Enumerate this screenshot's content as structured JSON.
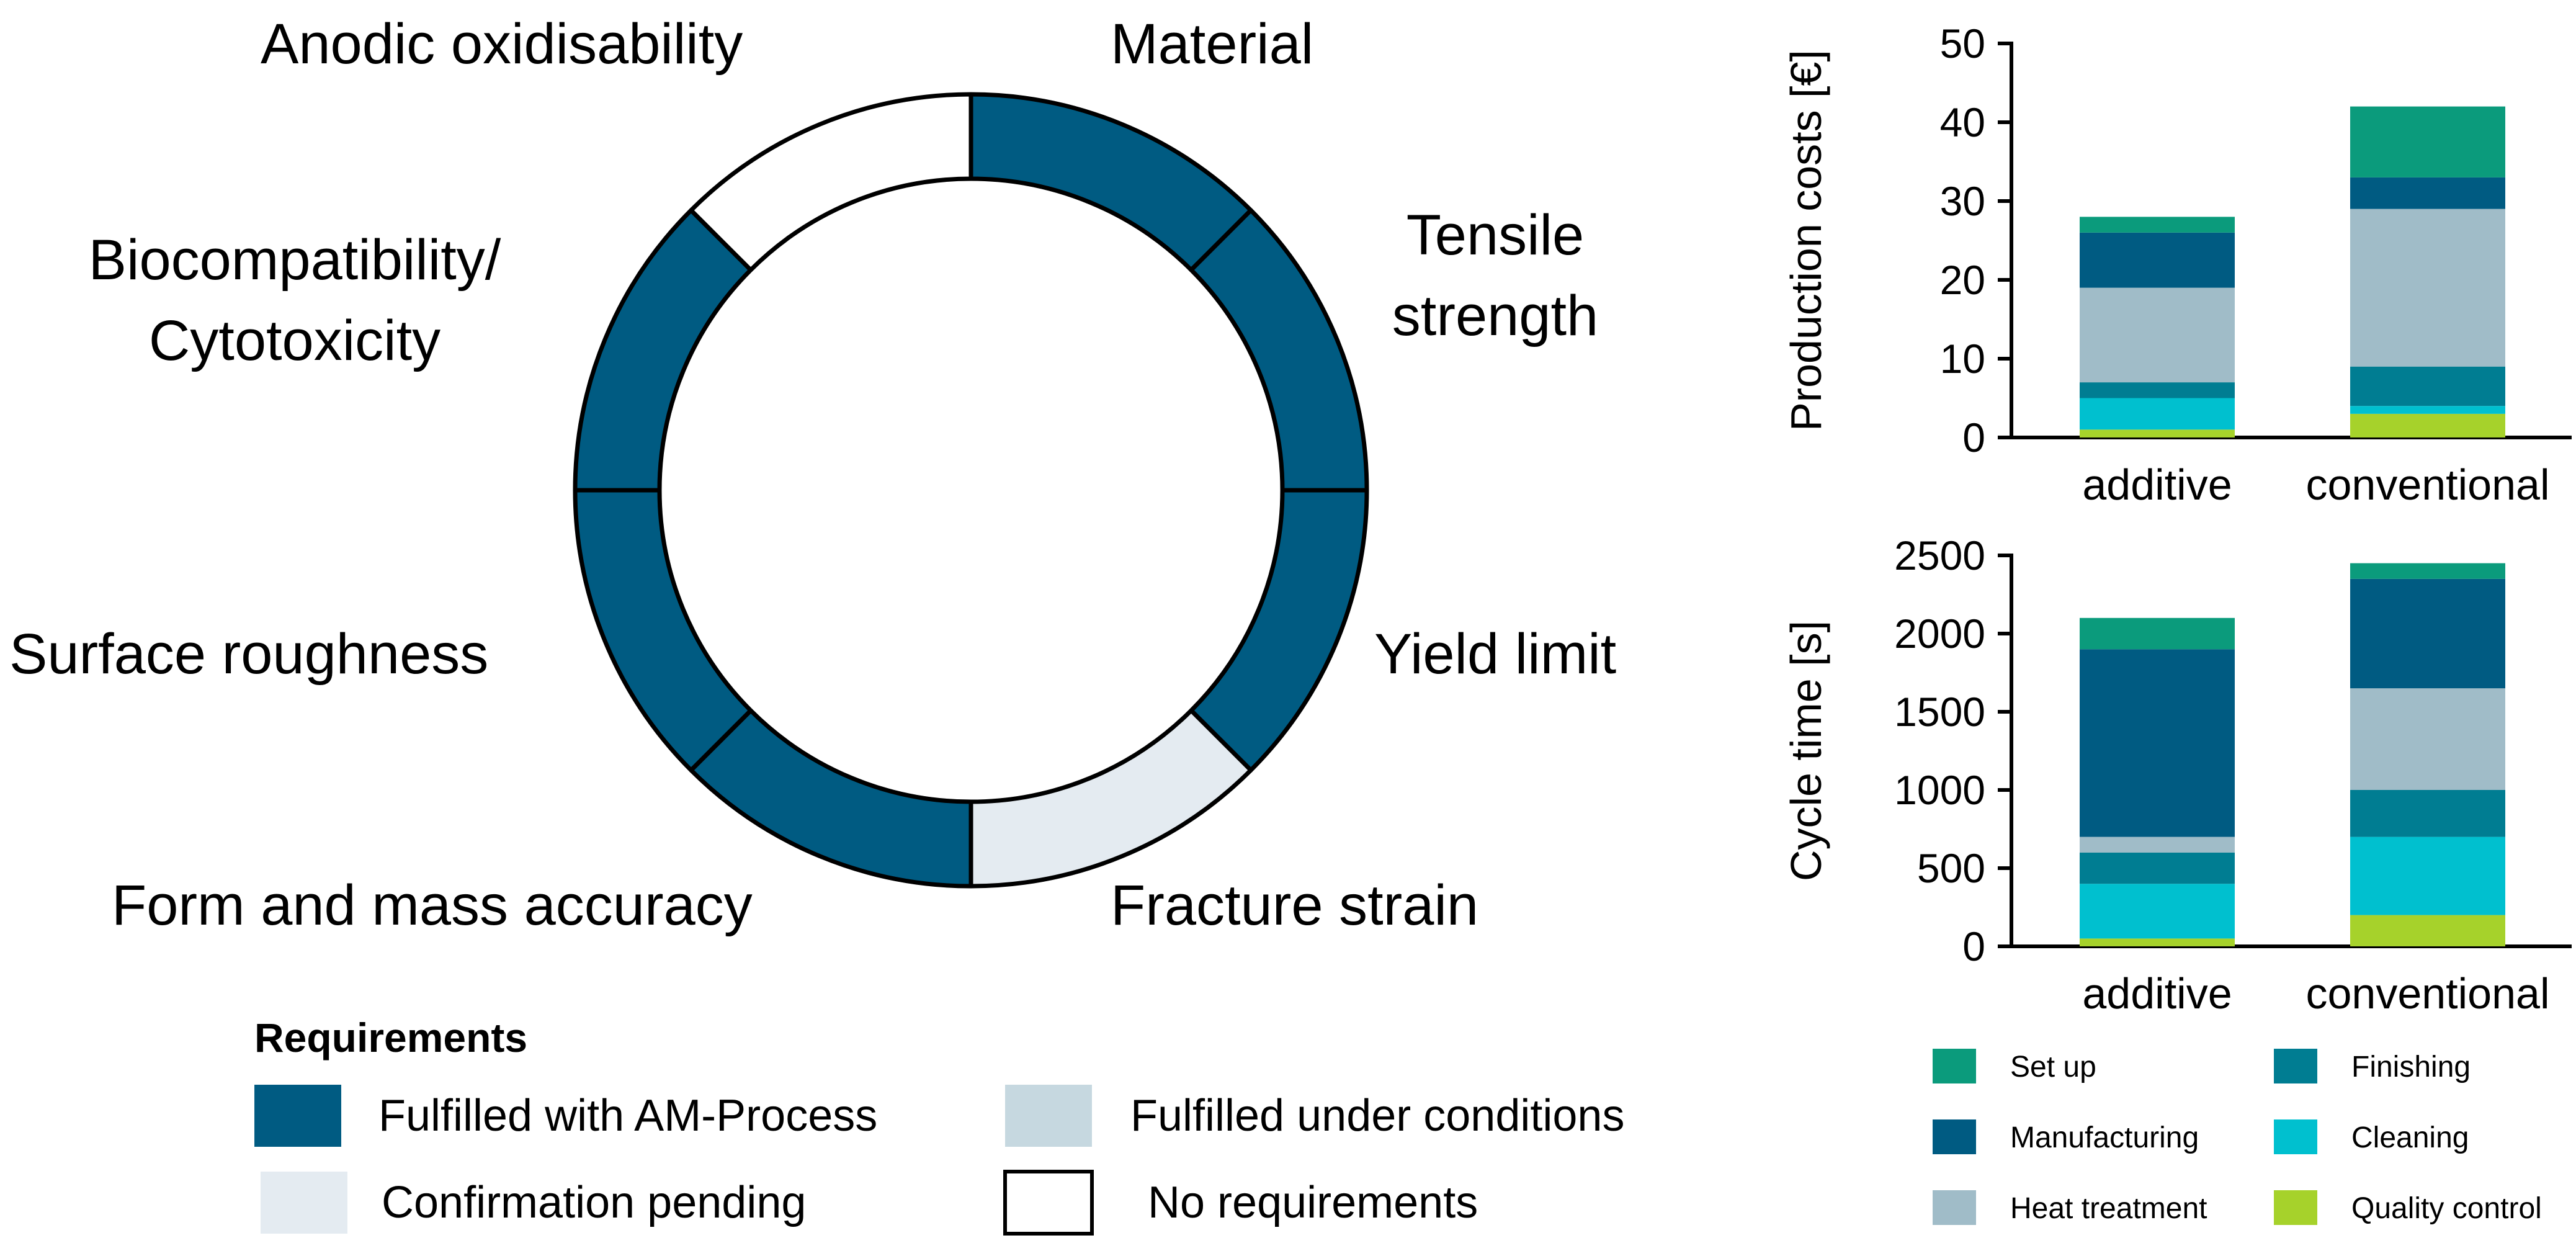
{
  "chart_data": [
    {
      "type": "donut",
      "segments": [
        {
          "label": "Material",
          "lines": [
            "Material"
          ],
          "status": "fulfilled_am"
        },
        {
          "label": "Tensile strength",
          "lines": [
            "Tensile",
            "strength"
          ],
          "status": "fulfilled_am"
        },
        {
          "label": "Yield limit",
          "lines": [
            "Yield limit"
          ],
          "status": "fulfilled_am"
        },
        {
          "label": "Fracture strain",
          "lines": [
            "Fracture strain"
          ],
          "status": "confirmation_pending"
        },
        {
          "label": "Form and mass accuracy",
          "lines": [
            "Form and mass accuracy"
          ],
          "status": "fulfilled_am"
        },
        {
          "label": "Surface roughness",
          "lines": [
            "Surface roughness"
          ],
          "status": "fulfilled_am"
        },
        {
          "label": "Biocompatibility/ Cytotoxicity",
          "lines": [
            "Biocompatibility/",
            "Cytotoxicity"
          ],
          "status": "fulfilled_am"
        },
        {
          "label": "Anodic oxidisability",
          "lines": [
            "Anodic oxidisability"
          ],
          "status": "no_requirements"
        }
      ],
      "legend": {
        "title": "Requirements",
        "items": [
          {
            "key": "fulfilled_am",
            "label": "Fulfilled with AM-Process",
            "color": "#005b82"
          },
          {
            "key": "fulfilled_conditions",
            "label": "Fulfilled under conditions",
            "color": "#c6d8e0"
          },
          {
            "key": "confirmation_pending",
            "label": "Confirmation pending",
            "color": "#e4ebf1"
          },
          {
            "key": "no_requirements",
            "label": "No requirements",
            "color": "#ffffff"
          }
        ]
      }
    },
    {
      "type": "bar",
      "stacked": true,
      "categories": [
        "additive",
        "conventional"
      ],
      "ylabel": "Production costs [€]",
      "ylim": [
        0,
        50
      ],
      "yticks": [
        0,
        10,
        20,
        30,
        40,
        50
      ],
      "series": [
        {
          "name": "Quality control",
          "values": [
            1,
            3
          ]
        },
        {
          "name": "Cleaning",
          "values": [
            4,
            1
          ]
        },
        {
          "name": "Finishing",
          "values": [
            2,
            5
          ]
        },
        {
          "name": "Heat treatment",
          "values": [
            12,
            20
          ]
        },
        {
          "name": "Manufacturing",
          "values": [
            7,
            4
          ]
        },
        {
          "name": "Set up",
          "values": [
            2,
            9
          ]
        }
      ]
    },
    {
      "type": "bar",
      "stacked": true,
      "categories": [
        "additive",
        "conventional"
      ],
      "ylabel": "Cycle time [s]",
      "ylim": [
        0,
        2500
      ],
      "yticks": [
        0,
        500,
        1000,
        1500,
        2000,
        2500
      ],
      "series": [
        {
          "name": "Quality control",
          "values": [
            50,
            200
          ]
        },
        {
          "name": "Cleaning",
          "values": [
            350,
            500
          ]
        },
        {
          "name": "Finishing",
          "values": [
            200,
            300
          ]
        },
        {
          "name": "Heat treatment",
          "values": [
            100,
            650
          ]
        },
        {
          "name": "Manufacturing",
          "values": [
            1200,
            700
          ]
        },
        {
          "name": "Set up",
          "values": [
            200,
            100
          ]
        }
      ]
    }
  ],
  "bar_legend": {
    "items": [
      {
        "name": "Set up",
        "color": "#0b9b7c"
      },
      {
        "name": "Finishing",
        "color": "#007d92"
      },
      {
        "name": "Manufacturing",
        "color": "#005b82"
      },
      {
        "name": "Cleaning",
        "color": "#00c0cf"
      },
      {
        "name": "Heat treatment",
        "color": "#a0bcc8"
      },
      {
        "name": "Quality control",
        "color": "#a6d22b"
      }
    ]
  }
}
